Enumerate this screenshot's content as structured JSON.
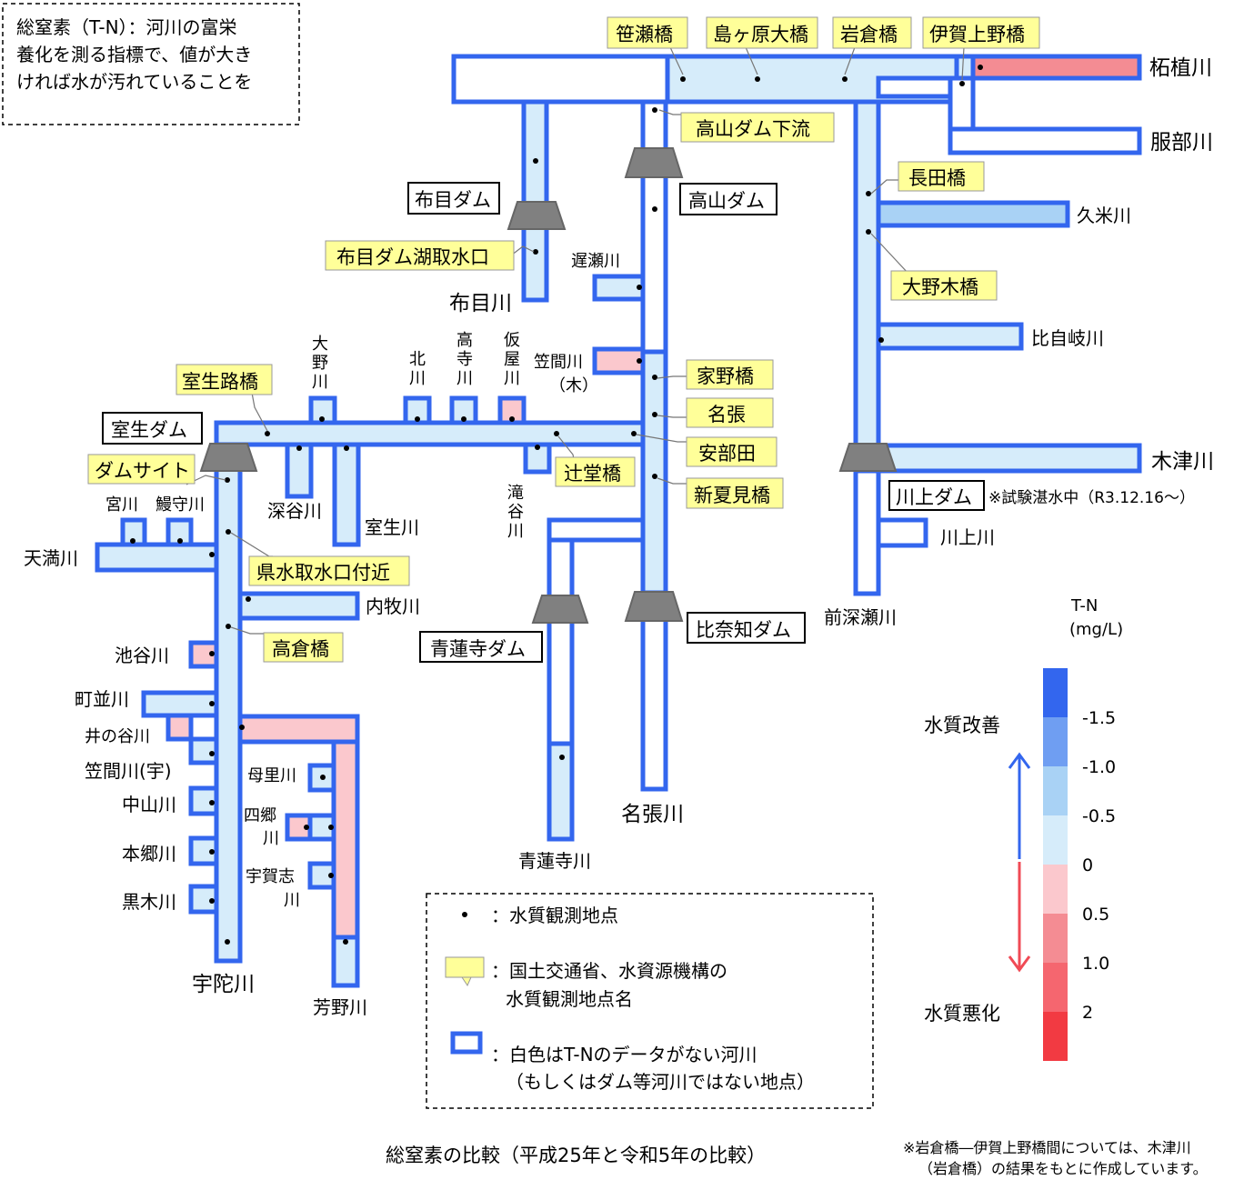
{
  "note": [
    "総窒素（T-N）：河川の富栄",
    "養化を測る指標で、値が大き",
    "ければ水が汚れていることを"
  ],
  "rivers": {
    "tsuge": "柘植川",
    "hattori": "服部川",
    "kume": "久米川",
    "hijiki": "比自岐川",
    "kizu": "木津川",
    "kawakami": "川上川",
    "maefukase": "前深瀬川",
    "nunome": "布目川",
    "osose": "遅瀬川",
    "kasama_ki": [
      "笠間川",
      "（木）"
    ],
    "nabari": "名張川",
    "takiya": [
      "滝",
      "谷",
      "川"
    ],
    "shorenji": "青蓮寺川",
    "ohno": [
      "大",
      "野",
      "川"
    ],
    "kita": [
      "北",
      "川"
    ],
    "takadera": [
      "高",
      "寺",
      "川"
    ],
    "kariya": [
      "仮",
      "屋",
      "川"
    ],
    "fukatani": "深谷川",
    "muro": "室生川",
    "miya": "宮川",
    "unagiya": "鰻守川",
    "tenma": "天満川",
    "uchimaki": "内牧川",
    "iketani": "池谷川",
    "machinami": "町並川",
    "inotani": "井の谷川",
    "kasama_u": "笠間川(宇)",
    "nakayama": "中山川",
    "hongo": "本郷川",
    "kuroki": "黒木川",
    "uda": "宇陀川",
    "mori": "母里川",
    "shigo": [
      "四郷",
      "川"
    ],
    "ugashi": [
      "宇賀志",
      "川"
    ],
    "yoshino": "芳野川"
  },
  "dams": {
    "nunome": "布目ダム",
    "takayama": "高山ダム",
    "muro": "室生ダム",
    "kawakami": "川上ダム",
    "kawakami_note": "※試験湛水中（R3.12.16～）",
    "hinachi": "比奈知ダム",
    "shorenji": "青蓮寺ダム"
  },
  "stations": {
    "sasegashi": "笹瀬橋",
    "shimagahara": "島ヶ原大橋",
    "iwakura": "岩倉橋",
    "igaueno": "伊賀上野橋",
    "takayama_down": "高山ダム下流",
    "nagata": "長田橋",
    "ohnoki": "大野木橋",
    "nunome_intake": "布目ダム湖取水口",
    "ieno": "家野橋",
    "nabari": "名張",
    "abeta": "安部田",
    "shinnatsumi": "新夏見橋",
    "tsujido": "辻堂橋",
    "muroo": "室生路橋",
    "damsite": "ダムサイト",
    "ken_intake": "県水取水口付近",
    "takakura": "高倉橋"
  },
  "legend": {
    "dot": "：水質観測地点",
    "callout": [
      "：国土交通省、水資源機構の",
      "水質観測地点名"
    ],
    "box": [
      "：白色はT-Nのデータがない河川",
      "（もしくはダム等河川ではない地点）"
    ]
  },
  "scale": {
    "title": [
      "T-N",
      "(mg/L)"
    ],
    "improve": "水質改善",
    "worsen": "水質悪化",
    "ticks": [
      "-1.5",
      "-1.0",
      "-0.5",
      "0",
      "0.5",
      "1.0",
      "2"
    ],
    "colors": [
      "#3366ee",
      "#6f9ef2",
      "#a9d2f5",
      "#d6ecfa",
      "#fbc8cd",
      "#f48c93",
      "#f5666f",
      "#f23a42"
    ]
  },
  "caption": "総窒素の比較（平成25年と令和5年の比較）",
  "footnote": [
    "※岩倉橋―伊賀上野橋間については、木津川",
    "（岩倉橋）の結果をもとに作成しています。"
  ]
}
